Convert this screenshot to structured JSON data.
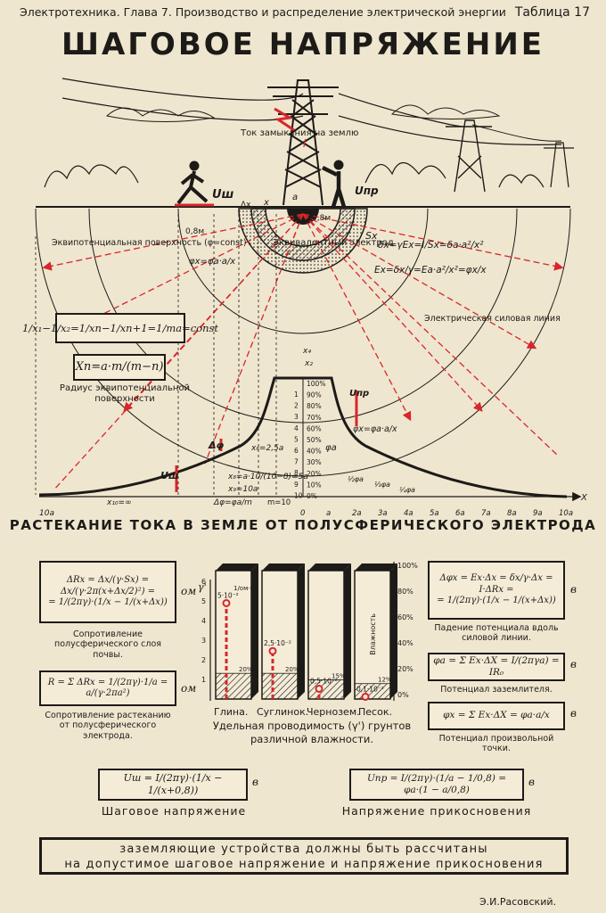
{
  "header": {
    "chapter": "Электротехника. Глава 7.  Производство и распределение электрической энергии",
    "table_no": "Таблица 17"
  },
  "title": "ШАГОВОЕ НАПРЯЖЕНИЕ",
  "diagram": {
    "fault_label": "Ток замыкания на землю",
    "fault_symbol": "I",
    "u_step": "Uш",
    "u_touch": "Uпр",
    "dx": "Δx",
    "x": "x",
    "a": "a",
    "dist_08": "0,8м",
    "dist_08b": "0,8м",
    "electrode_label": "Эквивалентный электрод",
    "equip_label": "Эквипотенциальная поверхность (φ=const)",
    "phi_formula": "φx=φa·a/x",
    "sx": "Sx",
    "delta_formula": "δx=γEx=I/Sx=δa·a²/x²",
    "ex_formula": "Ex=δx/γ=Ea·a²/x²=φx/x",
    "line_label": "Электрическая силовая линия",
    "radius_formula": "1/x₁−1/x₂=1/xn−1/xn+1=1/ma=const",
    "xn_formula": "Xn=a·m/(m−n)",
    "radius_label": "Радиус эквипотенциальной поверхности",
    "x4": "x₄",
    "x2": "x₂",
    "x6": "x₆=2,5a",
    "x8": "x₈=a·10/(10−8)=5a",
    "x9": "x₉=10a",
    "x10": "x₁₀=∞",
    "dphi": "Δφ",
    "dphi_formula": "Δφ=φa/m",
    "m10": "m=10",
    "u_step_low": "Uш",
    "u_touch_low": "Uпр",
    "phi_a": "φa",
    "phi_x": "φx=φa·a/x",
    "half": "½φa",
    "third": "⅓φa",
    "quarter": "¼φa",
    "axis_x": "X",
    "ten_a": "10a",
    "pct": [
      "100%",
      "90%",
      "80%",
      "70%",
      "60%",
      "50%",
      "40%",
      "30%",
      "20%",
      "10%",
      "0%"
    ],
    "levels": [
      "1",
      "2",
      "3",
      "4",
      "5",
      "6",
      "7",
      "8",
      "9",
      "10"
    ],
    "x_ticks": [
      "0",
      "a",
      "2a",
      "3a",
      "4a",
      "5a",
      "6a",
      "7a",
      "8a",
      "9a",
      "10a"
    ]
  },
  "subtitle": "РАСТЕКАНИЕ ТОКА В ЗЕМЛЕ ОТ ПОЛУСФЕРИЧЕСКОГО ЭЛЕКТРОДА",
  "left_formulas": {
    "f1_line1": "ΔRx = Δx/(γ·Sx) = Δx/(γ·2π(x+Δx/2)²) =",
    "f1_line2": "= 1/(2πγ)·(1/x − 1/(x+Δx))",
    "f1_unit": "ом",
    "f1_caption": "Сопротивление полусферического слоя почвы.",
    "f2": "R = Σ ΔRx = 1/(2πγ)·1/a = a/(γ·2πa²)",
    "f2_unit": "ом",
    "f2_caption": "Сопротивление растеканию от полусферического электрода."
  },
  "bars": {
    "axis_left": "γ'",
    "unit": "1/ом·м",
    "left_ticks": [
      "1",
      "2",
      "3",
      "4",
      "5",
      "6"
    ],
    "right_ticks": [
      "100%",
      "80%",
      "60%",
      "40%",
      "20%",
      "0%"
    ],
    "humidity": "Влажность",
    "items": [
      {
        "name": "Глина.",
        "value": "5·10⁻²",
        "humidity": "20%",
        "level": 0.84
      },
      {
        "name": "Суглинок.",
        "value": "2,5·10⁻²",
        "humidity": "20%",
        "level": 0.42
      },
      {
        "name": "Чернозем.",
        "value": "0,5·10⁻²",
        "humidity": "15%",
        "level": 0.09
      },
      {
        "name": "Песок.",
        "value": "0,1·10⁻²",
        "humidity": "12%",
        "level": 0.02
      }
    ],
    "caption": "Удельная проводимость (γ') грунтов различной влажности."
  },
  "right_formulas": {
    "f3_line1": "Δφx = Ex·Δx = δx/γ·Δx = I·ΔRx =",
    "f3_line2": "= 1/(2πγ)·(1/x − 1/(x+Δx))",
    "f3_unit": "в",
    "f3_caption": "Падение потенциала вдоль силовой линии.",
    "f4": "φa = Σ Ex·ΔX = I/(2πγa) = IR₀",
    "f4_unit": "в",
    "f4_caption": "Потенциал заземлителя.",
    "f5": "φx = Σ Ex·ΔX = φa·a/x",
    "f5_unit": "в",
    "f5_caption": "Потенциал произвольной точки."
  },
  "bottom": {
    "step_formula": "Uш = I/(2πγ)·(1/x − 1/(x+0,8))",
    "step_unit": "в",
    "step_label": "Шаговое напряжение",
    "touch_formula": "Uпр = I/(2πγ)·(1/a − 1/0,8) = φa·(1 − a/0,8)",
    "touch_unit": "в",
    "touch_label": "Напряжение прикосновения"
  },
  "banner": {
    "line1": "заземляющие устройства должны быть рассчитаны",
    "line2": "на допустимое шаговое напряжение и напряжение прикосновения"
  },
  "author": "Э.И.Расовский.",
  "colors": {
    "ink": "#1d1b18",
    "red": "#d8262a",
    "paper": "#efe6cf"
  }
}
